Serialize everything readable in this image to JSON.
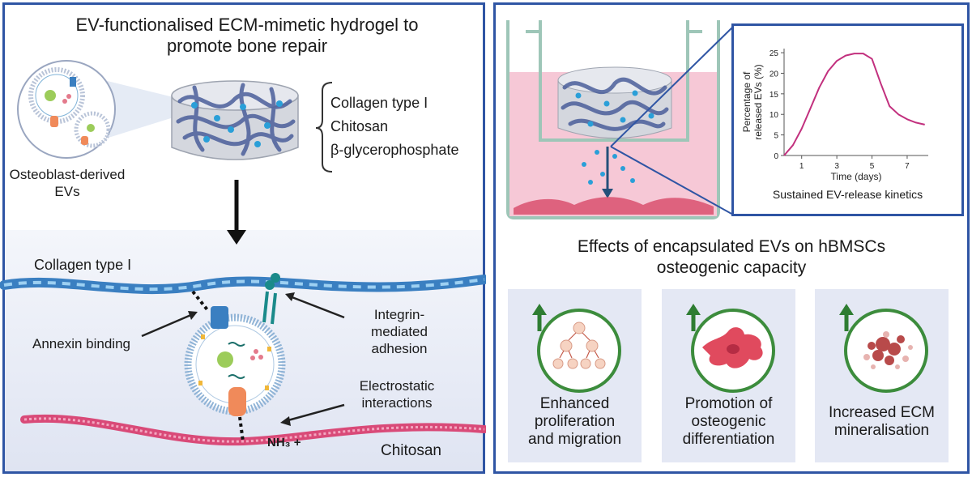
{
  "left": {
    "title_line1": "EV-functionalised ECM-mimetic hydrogel to",
    "title_line2": "promote bone repair",
    "components": [
      "Collagen type I",
      "Chitosan",
      "β-glycerophosphate"
    ],
    "ev_source_line1": "Osteoblast-derived",
    "ev_source_line2": "EVs",
    "collagen_label": "Collagen type I",
    "annexin_label": "Annexin binding",
    "integrin_line1": "Integrin-mediated",
    "integrin_line2": "adhesion",
    "electro_line1": "Electrostatic",
    "electro_line2": "interactions",
    "nh3_label": "NH₃ +",
    "chitosan_label": "Chitosan"
  },
  "right": {
    "chart_caption": "Sustained EV-release kinetics",
    "effects_line1": "Effects of encapsulated EVs on hBMSCs",
    "effects_line2": "osteogenic capacity",
    "cards": [
      {
        "line1": "Enhanced",
        "line2": "proliferation",
        "line3": "and migration"
      },
      {
        "line1": "Promotion of",
        "line2": "osteogenic",
        "line3": "differentiation"
      },
      {
        "line1": "Increased ECM",
        "line2": "mineralisation",
        "line3": ""
      }
    ]
  },
  "chart_data": {
    "type": "line",
    "title": "",
    "xlabel": "Time (days)",
    "ylabel_line1": "Percentage of",
    "ylabel_line2": "released EVs (%)",
    "xlim": [
      0,
      8.2
    ],
    "ylim": [
      0,
      26
    ],
    "x_ticks": [
      1,
      3,
      5,
      7
    ],
    "y_ticks": [
      0,
      5,
      10,
      15,
      20,
      25
    ],
    "series": [
      {
        "color": "#c2307e",
        "x": [
          0,
          0.5,
          1,
          1.5,
          2,
          2.5,
          3,
          3.5,
          4,
          4.5,
          5,
          5.5,
          6,
          6.5,
          7,
          7.5,
          8
        ],
        "y": [
          0,
          2.5,
          6.5,
          11.5,
          16.5,
          20.5,
          23,
          24.3,
          24.8,
          24.8,
          23.5,
          17.5,
          12,
          10,
          8.8,
          8,
          7.5
        ]
      }
    ],
    "grid": false
  },
  "colors": {
    "panel_border": "#2f55a4",
    "collagen": "#3a7fc1",
    "chitosan": "#d94a78",
    "medium": "#f6c8d6",
    "card_bg": "#e4e8f4",
    "up_arrow": "#2e7d32",
    "circle_ring": "#3c8c3c",
    "curve": "#c2307e"
  }
}
